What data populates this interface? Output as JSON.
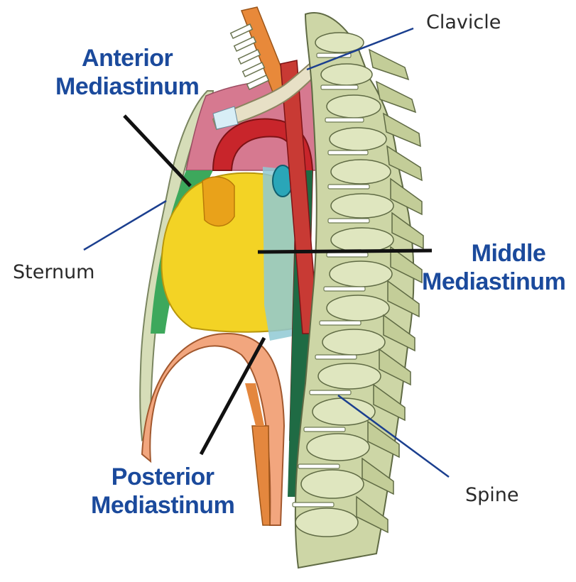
{
  "labels": {
    "clavicle": "Clavicle",
    "sternum": "Sternum",
    "spine": "Spine",
    "anterior": {
      "line1": "Anterior",
      "line2": "Mediastinum"
    },
    "middle": {
      "line1": "Middle",
      "line2": "Mediastinum"
    },
    "posterior": {
      "line1": "Posterior",
      "line2": "Mediastinum"
    }
  },
  "colors": {
    "label_blue": "#1b4a9c",
    "anterior_region": "#d86e8c",
    "middle_region": "#f2d21c",
    "posterior_region": "#2f9e55",
    "aorta": "#c7262c",
    "bone": "#c9d3a8",
    "diaphragm": "#f2a57c"
  }
}
